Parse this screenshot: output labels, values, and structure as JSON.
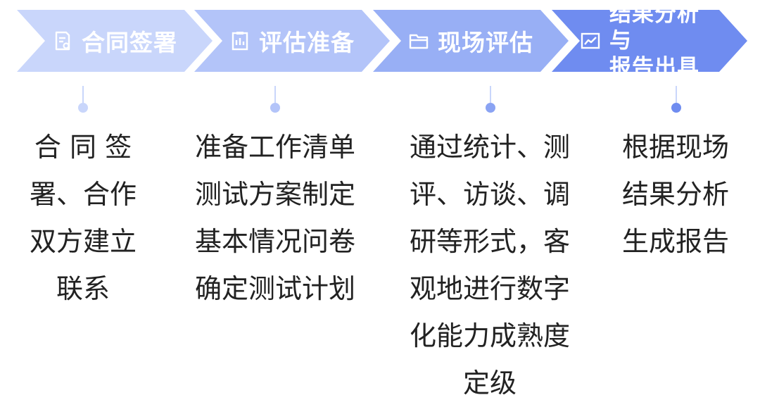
{
  "steps": [
    {
      "title": "合同签署",
      "icon": "contract-doc-icon",
      "color": "#c9d6fb"
    },
    {
      "title": "评估准备",
      "icon": "clipboard-chart-icon",
      "color": "#b3c4f9"
    },
    {
      "title": "现场评估",
      "icon": "folder-icon",
      "color": "#98aff5"
    },
    {
      "title": "结果分析与报告出具",
      "title_line1": "结果分析与",
      "title_line2": "报告出具",
      "icon": "trend-chart-icon",
      "color": "#6f8cf0"
    }
  ],
  "details": {
    "col1": [
      "合 同 签",
      "署、合作",
      "双方建立",
      "联系"
    ],
    "col2": [
      "准备工作清单",
      "测试方案制定",
      "基本情况问卷",
      "确定测试计划"
    ],
    "col3": [
      "通过统计、测",
      "评、访谈、调",
      "研等形式，客",
      "观地进行数字",
      "化能力成熟度",
      "定级"
    ],
    "col4": [
      "根据现场",
      "结果分析",
      "生成报告"
    ]
  },
  "colors": {
    "connector": "#c7d3f7",
    "dot1": "#c9d6fb",
    "dot2": "#b3c4f9",
    "dot3": "#98aff5",
    "dot4": "#6f8cf0"
  }
}
